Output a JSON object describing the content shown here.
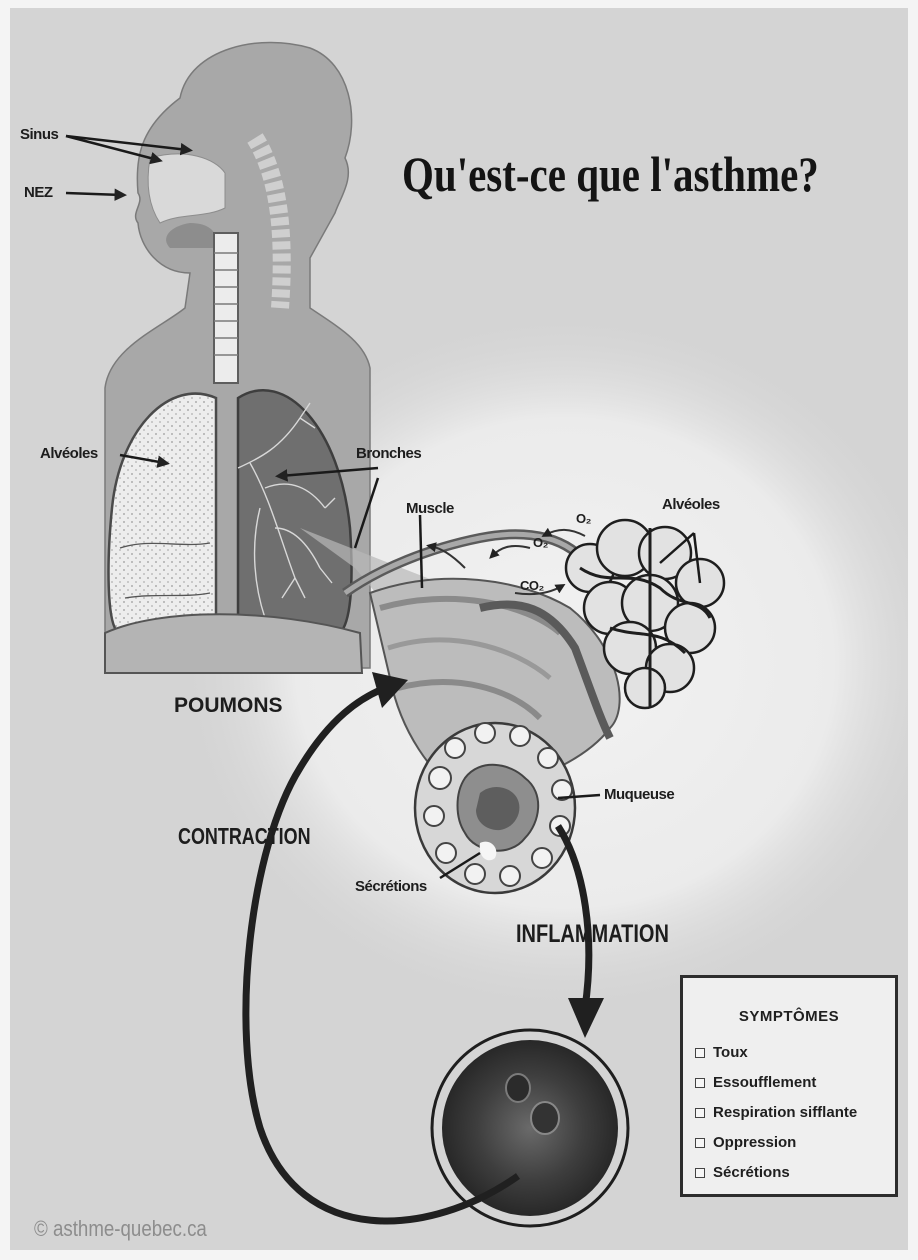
{
  "title": "Qu'est-ce que l'asthme?",
  "labels": {
    "sinus": "Sinus",
    "nez": "NEZ",
    "alveoles_left": "Alvéoles",
    "bronches": "Bronches",
    "muscle": "Muscle",
    "alveoles_right": "Alvéoles",
    "o2_a": "O₂",
    "o2_b": "O₂",
    "co2": "CO₂",
    "poumons": "POUMONS",
    "contraction": "CONTRACTION",
    "muqueuse": "Muqueuse",
    "secretions": "Sécrétions",
    "inflammation": "INFLAMMATION"
  },
  "symptoms": {
    "title": "SYMPTÔMES",
    "items": [
      "Toux",
      "Essoufflement",
      "Respiration sifflante",
      "Oppression",
      "Sécrétions"
    ]
  },
  "credit": "© asthme-quebec.ca",
  "colors": {
    "background": "#d4d4d4",
    "body": "#a9a9a9",
    "lung_left": "#e9e9e9",
    "lung_right": "#6f6f6f",
    "arrow": "#222222"
  }
}
